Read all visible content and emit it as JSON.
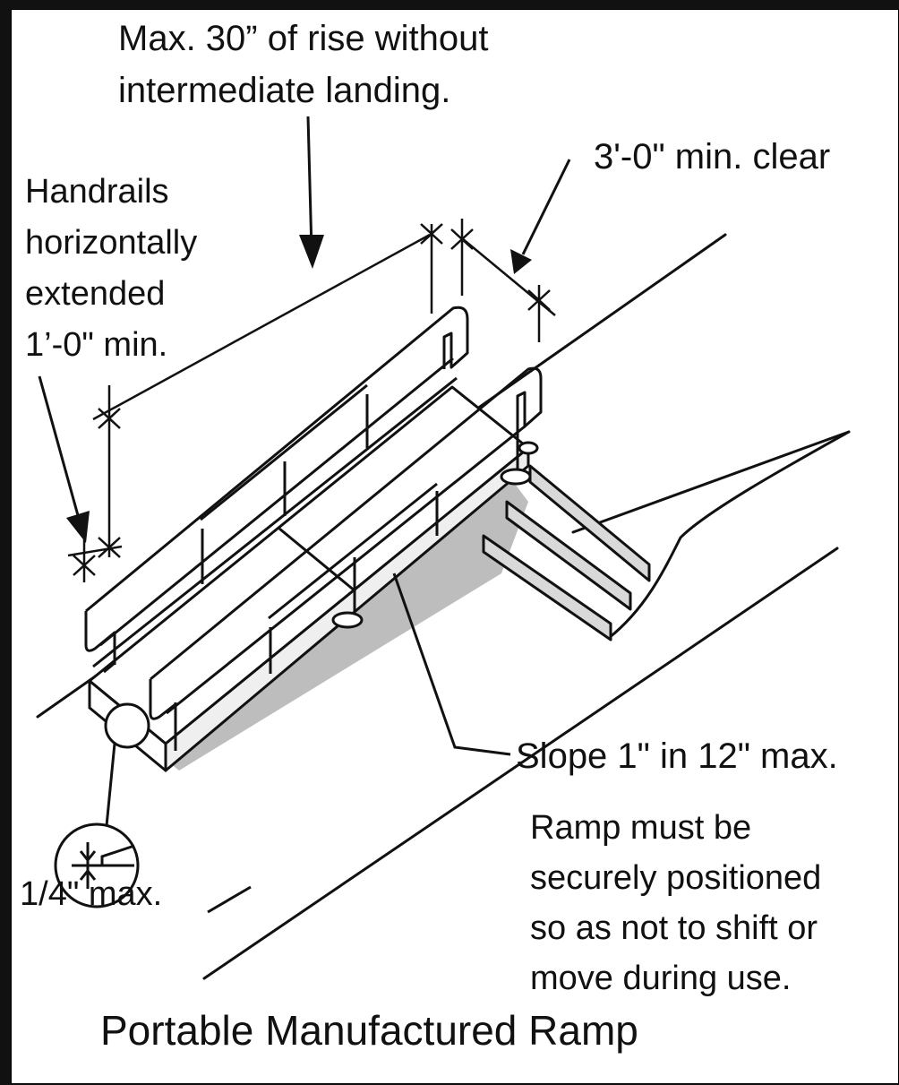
{
  "labels": {
    "rise_line1": "Max. 30” of rise without",
    "rise_line2": "intermediate landing.",
    "handrail_line1": "Handrails",
    "handrail_line2": "horizontally",
    "handrail_line3": "extended",
    "handrail_line4": "1’-0\" min.",
    "clear_width": "3'-0\" min. clear",
    "slope": "Slope 1\" in 12\" max.",
    "secure_line1": "Ramp must be",
    "secure_line2": "securely positioned",
    "secure_line3": "so as not to shift or",
    "secure_line4": "move during use.",
    "lip_height": "1/4\" max.",
    "title": "Portable Manufactured Ramp"
  },
  "colors": {
    "background": "#ffffff",
    "ink": "#111111",
    "shadow": "#bdbdbd",
    "frame": "#111111"
  }
}
